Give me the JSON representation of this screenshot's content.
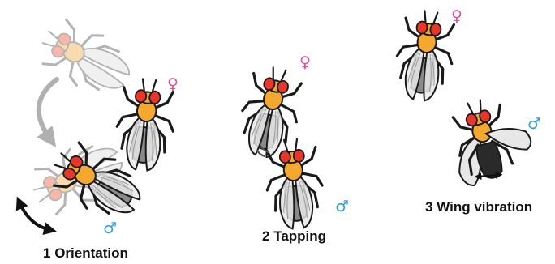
{
  "steps": [
    {
      "number": "1",
      "label": "Orientation"
    },
    {
      "number": "2",
      "label": "Tapping"
    },
    {
      "number": "3",
      "label": "Wing vibration"
    }
  ],
  "symbols": {
    "female": "♀",
    "male": "♂"
  },
  "colors": {
    "female": "#e0509a",
    "male": "#2a9fd8",
    "eye": "#e8362a",
    "thorax": "#f5a830",
    "wing": "#e7e7e7",
    "outline": "#1a1a1a",
    "ghost": "#b3b3b3",
    "arrow_black": "#111111",
    "arrow_grey": "#b0b0b0"
  }
}
